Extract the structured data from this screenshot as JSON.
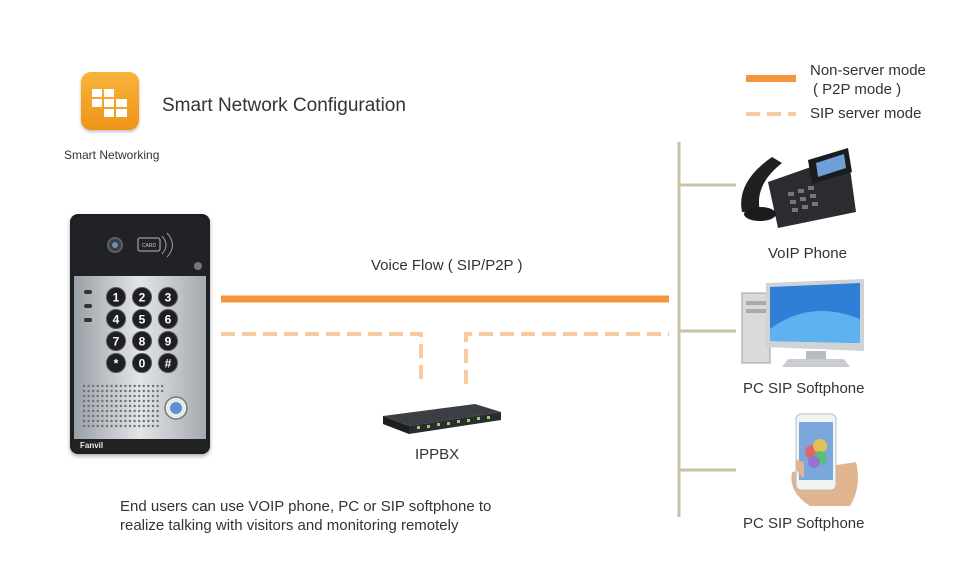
{
  "header": {
    "title": "Smart Network Configuration",
    "app_label": "Smart Networking",
    "app_icon": "grid-app-icon",
    "app_icon_color": "#F4A21D"
  },
  "legend": {
    "solid_label_line1": "Non-server mode",
    "solid_label_line2": "( P2P mode )",
    "dashed_label": "SIP server mode",
    "solid_color": "#F7953F",
    "dashed_color": "#F9C9A0"
  },
  "diagram": {
    "voice_flow_label": "Voice Flow ( SIP/P2P )",
    "ippbx_label": "IPPBX",
    "bus_color": "#C8C3A2",
    "endpoints": [
      {
        "label": "VoIP Phone",
        "icon": "voip-phone-icon"
      },
      {
        "label": "PC SIP Softphone",
        "icon": "desktop-pc-icon"
      },
      {
        "label": "PC SIP Softphone",
        "icon": "smartphone-icon"
      }
    ],
    "door_phone": {
      "brand": "Fanvil",
      "card_text": "CARD",
      "keys": [
        "1",
        "2",
        "3",
        "4",
        "5",
        "6",
        "7",
        "8",
        "9",
        "*",
        "0",
        "#"
      ]
    }
  },
  "footer": {
    "line1": "End users can use VOIP phone, PC or SIP softphone to",
    "line2": "realize talking with visitors and monitoring remotely"
  }
}
